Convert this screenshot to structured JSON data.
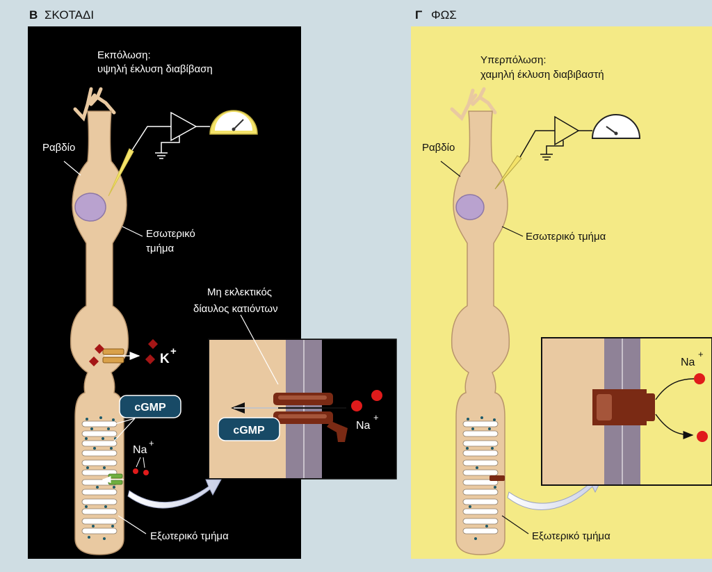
{
  "panel_dark": {
    "letter": "Β",
    "title": "ΣΚΟΤΑΔΙ",
    "state_line1": "Εκπόλωση:",
    "state_line2": "υψηλή έκλυση διαβίβαση",
    "label_rod": "Ραβδίο",
    "label_inner_line1": "Εσωτερικό",
    "label_inner_line2": "τμήμα",
    "label_channel_line1": "Μη εκλεκτικός",
    "label_channel_line2": "δίαυλος κατιόντων",
    "label_k": "K",
    "label_k_sup": "+",
    "label_cgmp": "cGMP",
    "label_na": "Na",
    "label_na_sup": "+",
    "inset_cgmp": "cGMP",
    "inset_na": "Na",
    "inset_na_sup": "+",
    "label_outer": "Εξωτερικό τμήμα"
  },
  "panel_light": {
    "letter": "Γ",
    "title": "ΦΩΣ",
    "state_line1": "Υπερπόλωση:",
    "state_line2": "χαμηλή έκλυση διαβιβαστή",
    "label_rod": "Ραβδίο",
    "label_inner": "Εσωτερικό τμήμα",
    "inset_na": "Na",
    "inset_na_sup": "+",
    "label_outer": "Εξωτερικό τμήμα"
  },
  "colors": {
    "dark_bg": "#000000",
    "light_bg": "#f4ea86",
    "cell": "#e9c9a1",
    "cell_stroke": "#b8946c",
    "nucleus": "#b9a2cf",
    "membrane": "#8f8297",
    "channel": "#7a2a14",
    "cgmp_badge": "#184a66",
    "sodium": "#e01b1b",
    "potassium": "#a51616"
  }
}
